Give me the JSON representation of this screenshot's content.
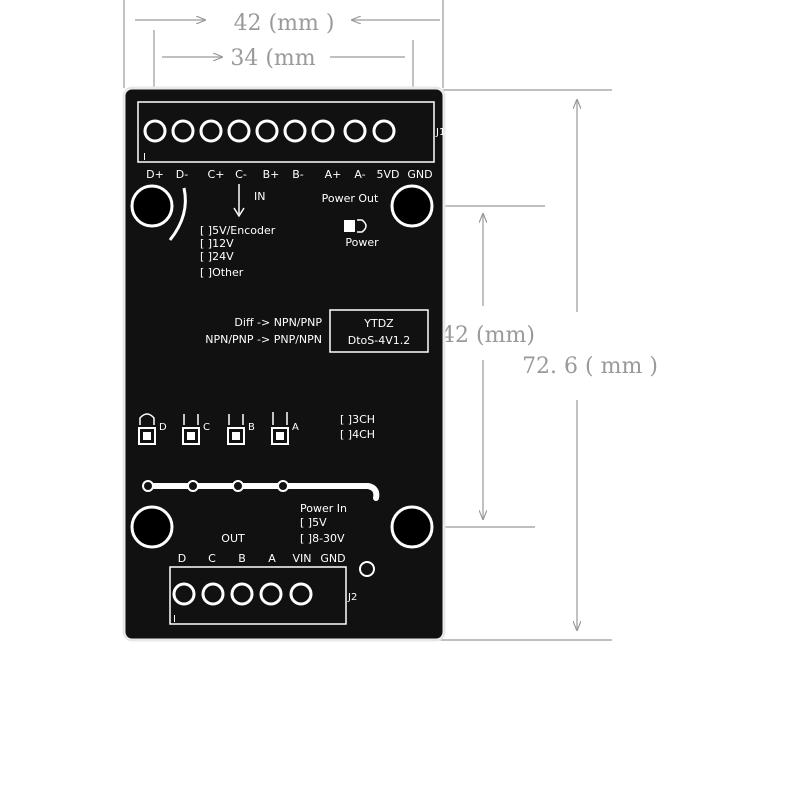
{
  "colors": {
    "board": "#111111",
    "board_edge": "#e8e8e8",
    "silkscreen": "#ffffff",
    "dimension": "#9a9a9a",
    "hole": "#000000",
    "hole_ring": "#ffffff"
  },
  "dimensions": {
    "width_outer": "42 (mm )",
    "width_inner": "34 (mm",
    "height_inner": "42 (mm)",
    "height_outer": "72. 6 ( mm )"
  },
  "board": {
    "j1": {
      "designator": "J1",
      "pin1_mark": "I",
      "pin_labels": [
        "D+",
        "D-",
        "C+",
        "C-",
        "B+",
        "B-",
        "A+",
        "A-",
        "5VD",
        "GND"
      ]
    },
    "in_label": "IN",
    "power_out_label": "Power Out",
    "power_led_label": "Power",
    "input_options": [
      "[  ]5V/Encoder",
      "[  ]12V",
      "[  ]24V",
      "[  ]Other"
    ],
    "conversion": [
      "Diff  ->  NPN/PNP",
      "NPN/PNP  ->  PNP/NPN"
    ],
    "model_box": {
      "line1": "YTDZ",
      "line2": "DtoS-4V1.2"
    },
    "channel_leds": [
      "D",
      "C",
      "B",
      "A"
    ],
    "channel_options": [
      "[  ]3CH",
      "[  ]4CH"
    ],
    "power_in": {
      "label": "Power In",
      "options": [
        "[  ]5V",
        "[  ]8-30V"
      ]
    },
    "out_label": "OUT",
    "j2": {
      "designator": "J2",
      "pin1_mark": "I",
      "pin_labels": [
        "D",
        "C",
        "B",
        "A",
        "VIN",
        "GND"
      ]
    }
  }
}
